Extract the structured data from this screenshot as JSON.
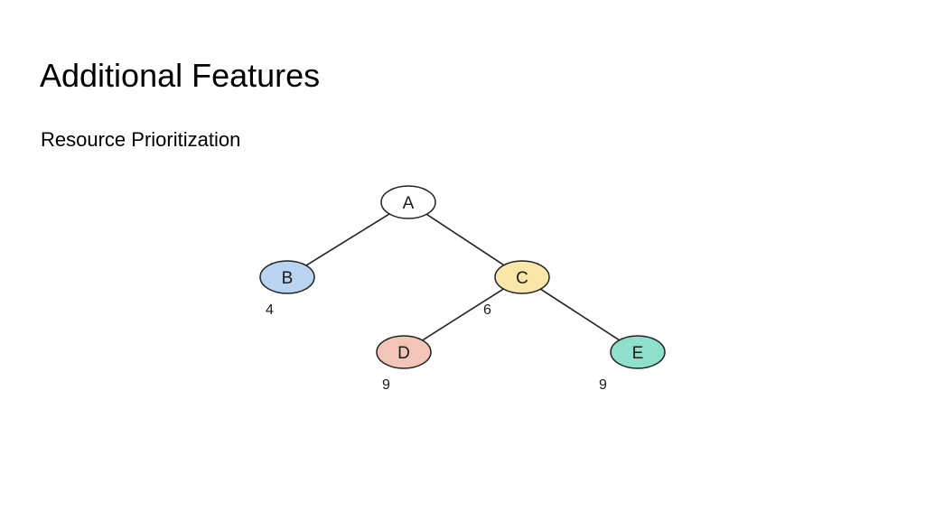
{
  "slide": {
    "title": "Additional Features",
    "subtitle": "Resource Prioritization"
  },
  "diagram": {
    "type": "tree",
    "nodes": [
      {
        "id": "A",
        "label": "A",
        "fill": "#ffffff",
        "weight": null
      },
      {
        "id": "B",
        "label": "B",
        "fill": "#b9d3f0",
        "weight": "4"
      },
      {
        "id": "C",
        "label": "C",
        "fill": "#f8e7a8",
        "weight": "6"
      },
      {
        "id": "D",
        "label": "D",
        "fill": "#f3c5b8",
        "weight": "9"
      },
      {
        "id": "E",
        "label": "E",
        "fill": "#8ee0cc",
        "weight": "9"
      }
    ],
    "edges": [
      {
        "from": "A",
        "to": "B"
      },
      {
        "from": "A",
        "to": "C"
      },
      {
        "from": "C",
        "to": "D"
      },
      {
        "from": "C",
        "to": "E"
      }
    ]
  }
}
